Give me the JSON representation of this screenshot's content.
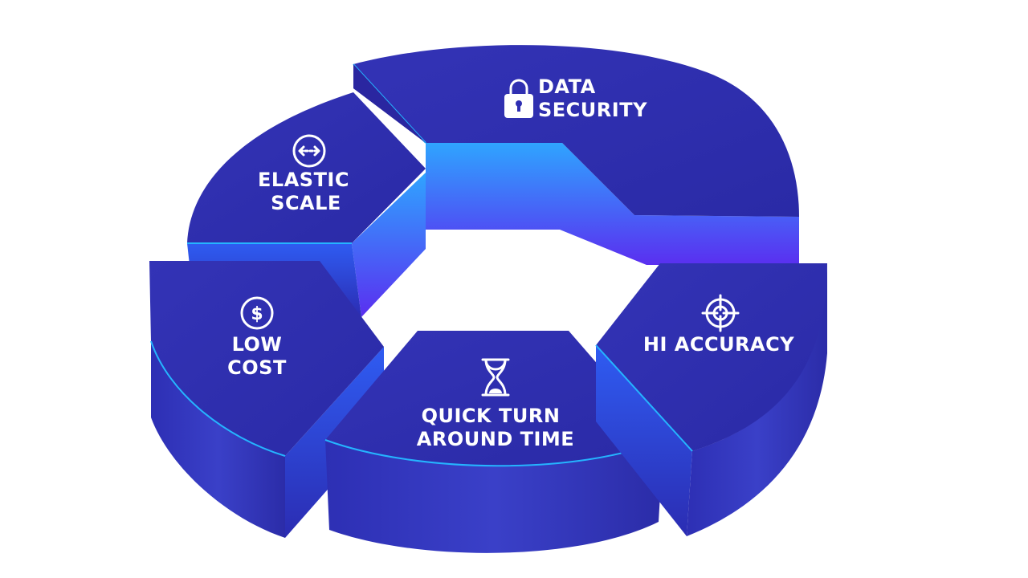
{
  "segments": [
    {
      "id": "data-security",
      "icon": "lock-icon",
      "lines": [
        "DATA",
        "SECURITY"
      ]
    },
    {
      "id": "elastic-scale",
      "icon": "horizontal-arrows-icon",
      "lines": [
        "ELASTIC",
        "SCALE"
      ]
    },
    {
      "id": "low-cost",
      "icon": "dollar-icon",
      "lines": [
        "LOW",
        "COST"
      ]
    },
    {
      "id": "quick-turnaround",
      "icon": "hourglass-icon",
      "lines": [
        "QUICK TURN",
        "AROUND TIME"
      ]
    },
    {
      "id": "hi-accuracy",
      "icon": "crosshair-icon",
      "lines": [
        "HI ACCURACY"
      ]
    }
  ],
  "colors": {
    "top_dark": "#2a2aa8",
    "top_mid": "#3535b8",
    "side_dark": "#2f28b0",
    "side_light": "#3a5cf0",
    "edge_cyan": "#25b4ff"
  }
}
